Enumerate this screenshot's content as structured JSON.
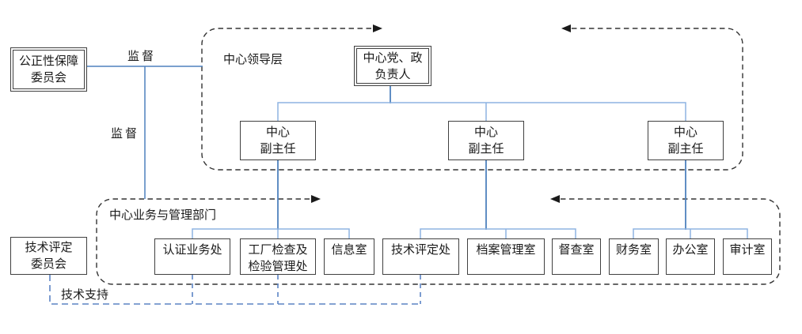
{
  "groups": {
    "leadership": {
      "label": "中心领导层"
    },
    "departments_group": {
      "label": "中心业务与管理部门"
    }
  },
  "nodes": {
    "impartiality_committee": {
      "label": "公正性保障\n委员会"
    },
    "technical_committee": {
      "label": "技术评定\n委员会"
    },
    "center_head": {
      "label": "中心党、政\n负责人"
    },
    "deputies": [
      {
        "label": "中心\n副主任"
      },
      {
        "label": "中心\n副主任"
      },
      {
        "label": "中心\n副主任"
      }
    ],
    "departments": [
      {
        "label": "认证业务处"
      },
      {
        "label": "工厂检查及\n检验管理处"
      },
      {
        "label": "信息室"
      },
      {
        "label": "技术评定处"
      },
      {
        "label": "档案管理室"
      },
      {
        "label": "督查室"
      },
      {
        "label": "财务室"
      },
      {
        "label": "办公室"
      },
      {
        "label": "审计室"
      }
    ]
  },
  "edge_labels": {
    "supervision_top": "监督",
    "supervision_side": "监督",
    "tech_support": "技术支持"
  },
  "colors": {
    "connector_dark": "#4f81bd",
    "connector_light": "#8db4e2",
    "support_dashed": "#5b84c4",
    "outline_dashed": "#333333",
    "arrow": "#1a1a1a",
    "box_border": "#404040"
  }
}
